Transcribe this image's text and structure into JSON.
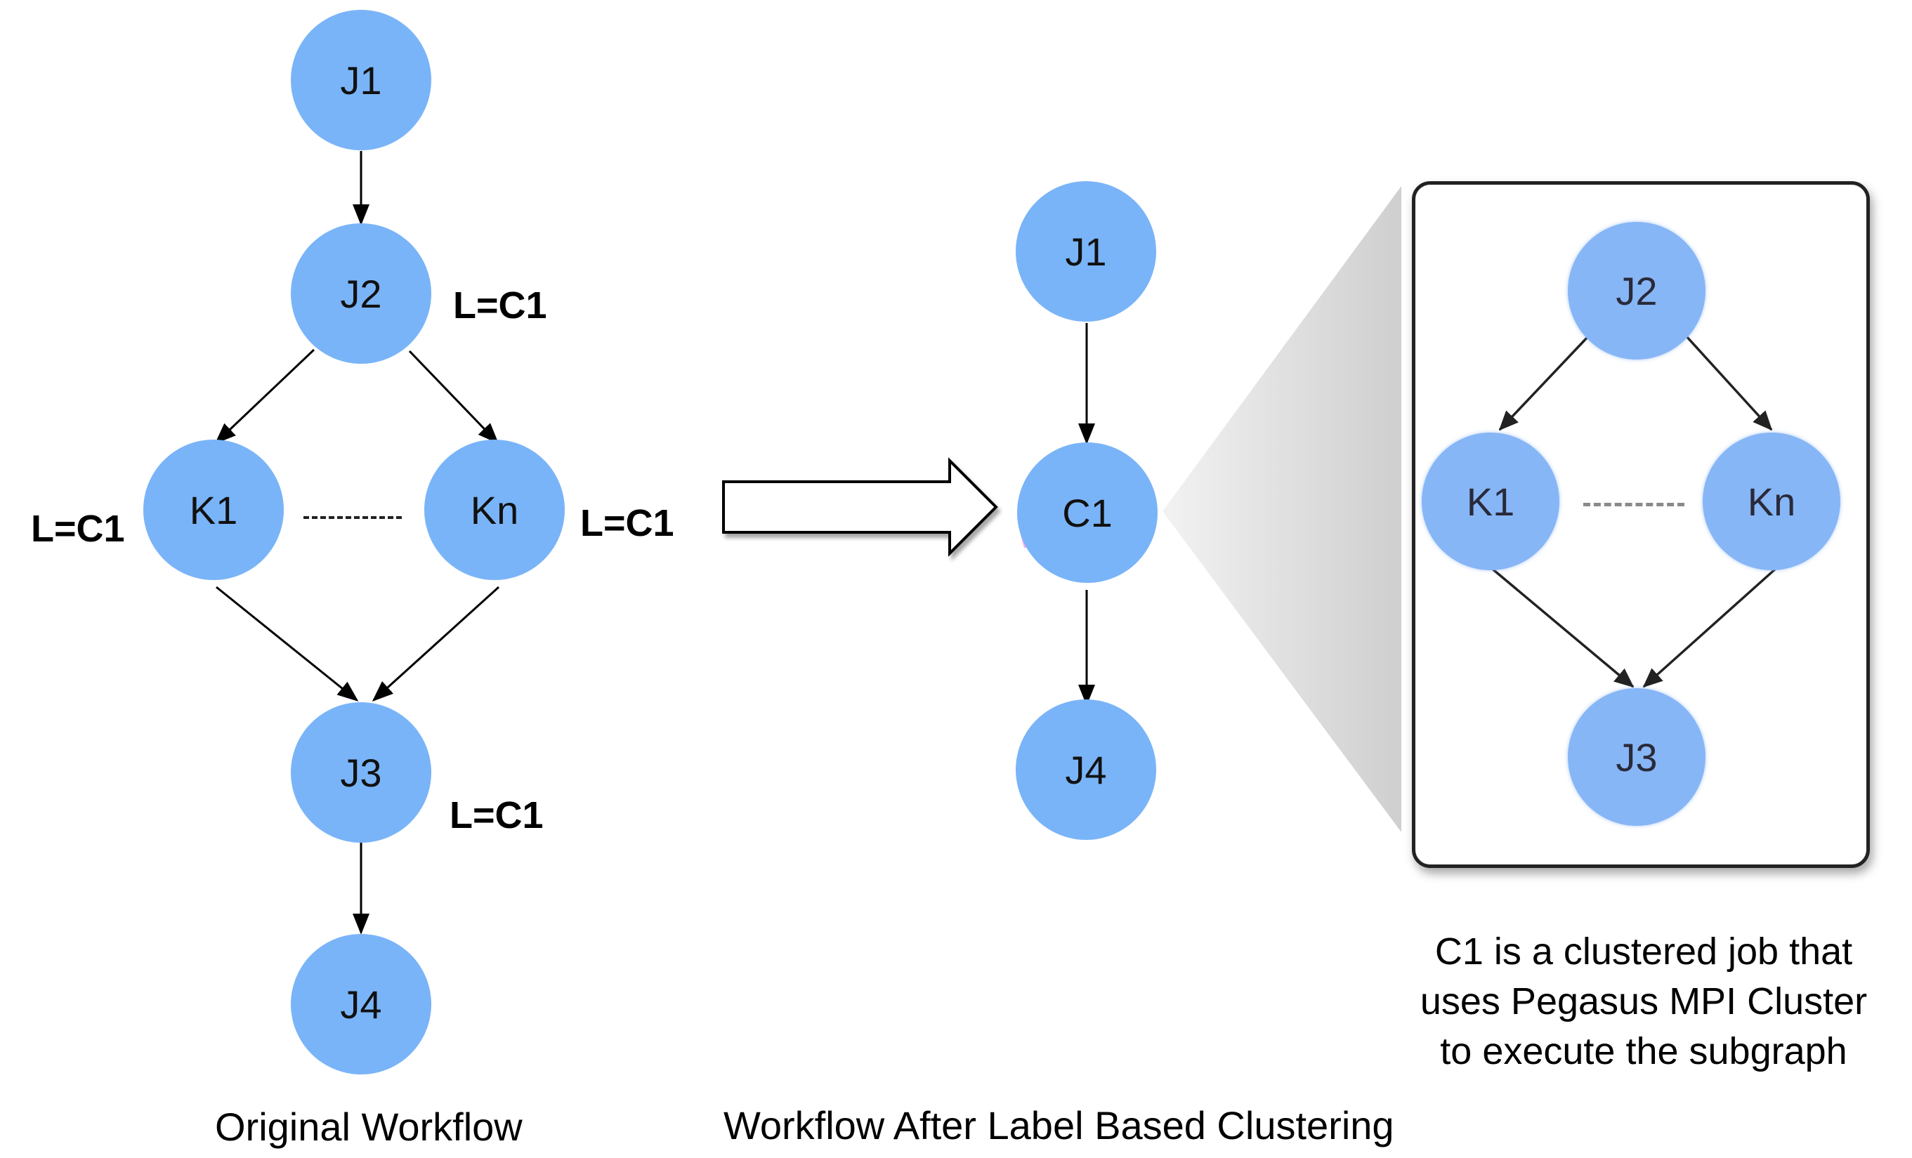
{
  "original_workflow": {
    "caption": "Original Workflow",
    "nodes": {
      "j1": "J1",
      "j2": "J2",
      "k1": "K1",
      "kn": "Kn",
      "j3": "J3",
      "j4": "J4"
    },
    "labels": {
      "j2": "L=C1",
      "k1": "L=C1",
      "kn": "L=C1",
      "j3": "L=C1"
    }
  },
  "clustered_workflow": {
    "caption": "Workflow After Label Based Clustering",
    "nodes": {
      "j1": "J1",
      "c1": "C1",
      "j4": "J4"
    }
  },
  "subgraph_inset": {
    "nodes": {
      "j2": "J2",
      "k1": "K1",
      "kn": "Kn",
      "j3": "J3"
    }
  },
  "note": {
    "line1": "C1 is a clustered job that",
    "line2": "uses Pegasus MPI Cluster",
    "line3": "to execute the subgraph"
  }
}
